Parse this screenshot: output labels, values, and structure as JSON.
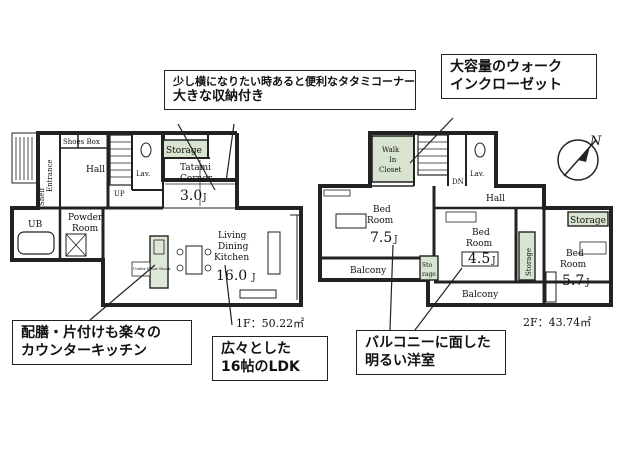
{
  "callouts": {
    "tatami_note": {
      "line1": "少し横になりたい時あると便利なタタミコーナー",
      "line2": "大きな収納付き"
    },
    "closet_note": {
      "line1": "大容量のウォーク",
      "line2": "インクローゼット"
    },
    "counter_note": {
      "line1": "配膳・片付けも楽々の",
      "line2": "カウンターキッチン"
    },
    "ldk_note": {
      "line1": "広々とした",
      "line2": "16帖のLDK"
    },
    "balcony_note": {
      "line1": "バルコニーに面した",
      "line2": "明るい洋室"
    }
  },
  "floor1": {
    "area": "1F：50.22㎡",
    "rooms": {
      "shoes_box": "Shoes Box",
      "hall": "Hall",
      "entrance": "Entrance",
      "shelf": "Shelf",
      "storage": "Storage",
      "lav": "Lav.",
      "up": "UP",
      "tatami_1": "Tatami",
      "tatami_2": "Corner",
      "tatami_size": "3.0",
      "ub": "UB",
      "powder_1": "Powder",
      "powder_2": "Room",
      "ldk_1": "Living",
      "ldk_2": "Dining",
      "ldk_3": "Kitchen",
      "ldk_size": "16.0",
      "under_floor": "Under Floor Stock"
    }
  },
  "floor2": {
    "area": "2F：43.74㎡",
    "rooms": {
      "walk_1": "Walk",
      "walk_2": "In",
      "walk_3": "Closet",
      "dn": "DN",
      "lav": "Lav.",
      "hall": "Hall",
      "bed_label": "Bed",
      "room_label": "Room",
      "bed1_size": "7.5",
      "bed2_size": "4.5",
      "bed3_size": "5.7",
      "storage": "Storage",
      "storage_v": "Storage",
      "sto_1": "Sto",
      "sto_2": "rage",
      "balcony": "Balcony",
      "jo": "J"
    }
  }
}
